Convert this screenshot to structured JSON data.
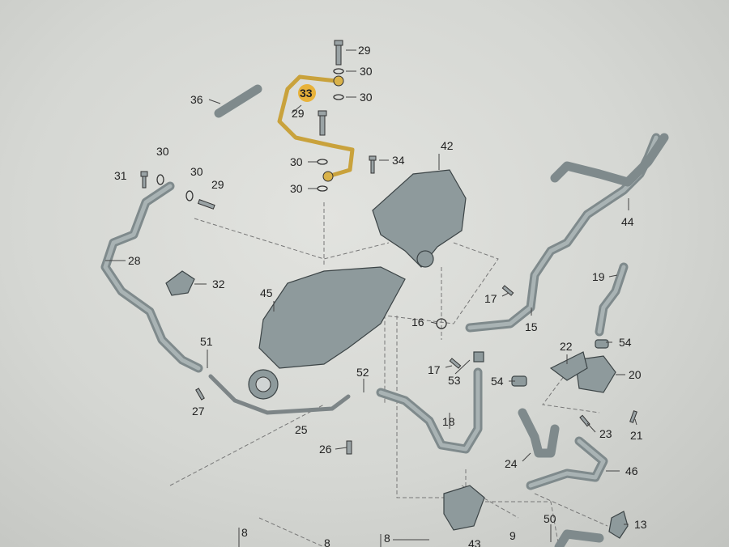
{
  "diagram": {
    "title": "Turbocharger coolant lines parts diagram",
    "highlight_color": "#e8b23a",
    "callouts": [
      {
        "id": "c29a",
        "label": "29"
      },
      {
        "id": "c30a",
        "label": "30"
      },
      {
        "id": "c33",
        "label": "33",
        "highlighted": true
      },
      {
        "id": "c30b",
        "label": "30"
      },
      {
        "id": "c36",
        "label": "36"
      },
      {
        "id": "c29b",
        "label": "29"
      },
      {
        "id": "c30c",
        "label": "30"
      },
      {
        "id": "c31",
        "label": "31"
      },
      {
        "id": "c30d",
        "label": "30"
      },
      {
        "id": "c29c",
        "label": "29"
      },
      {
        "id": "c30e",
        "label": "30"
      },
      {
        "id": "c34",
        "label": "34"
      },
      {
        "id": "c42",
        "label": "42"
      },
      {
        "id": "c30f",
        "label": "30"
      },
      {
        "id": "c44",
        "label": "44"
      },
      {
        "id": "c28",
        "label": "28"
      },
      {
        "id": "c32",
        "label": "32"
      },
      {
        "id": "c19",
        "label": "19"
      },
      {
        "id": "c17a",
        "label": "17"
      },
      {
        "id": "c45",
        "label": "45"
      },
      {
        "id": "c15",
        "label": "15"
      },
      {
        "id": "c16",
        "label": "16"
      },
      {
        "id": "c54a",
        "label": "54"
      },
      {
        "id": "c51",
        "label": "51"
      },
      {
        "id": "c22",
        "label": "22"
      },
      {
        "id": "c17b",
        "label": "17"
      },
      {
        "id": "c52",
        "label": "52"
      },
      {
        "id": "c53",
        "label": "53"
      },
      {
        "id": "c54b",
        "label": "54"
      },
      {
        "id": "c20",
        "label": "20"
      },
      {
        "id": "c27",
        "label": "27"
      },
      {
        "id": "c25",
        "label": "25"
      },
      {
        "id": "c18",
        "label": "18"
      },
      {
        "id": "c23",
        "label": "23"
      },
      {
        "id": "c21",
        "label": "21"
      },
      {
        "id": "c26",
        "label": "26"
      },
      {
        "id": "c24",
        "label": "24"
      },
      {
        "id": "c46",
        "label": "46"
      },
      {
        "id": "c50",
        "label": "50"
      },
      {
        "id": "c13",
        "label": "13"
      },
      {
        "id": "c8a",
        "label": "8"
      },
      {
        "id": "c8b",
        "label": "8"
      },
      {
        "id": "c8c",
        "label": "8"
      },
      {
        "id": "c9",
        "label": "9"
      },
      {
        "id": "c43",
        "label": "43"
      }
    ]
  }
}
